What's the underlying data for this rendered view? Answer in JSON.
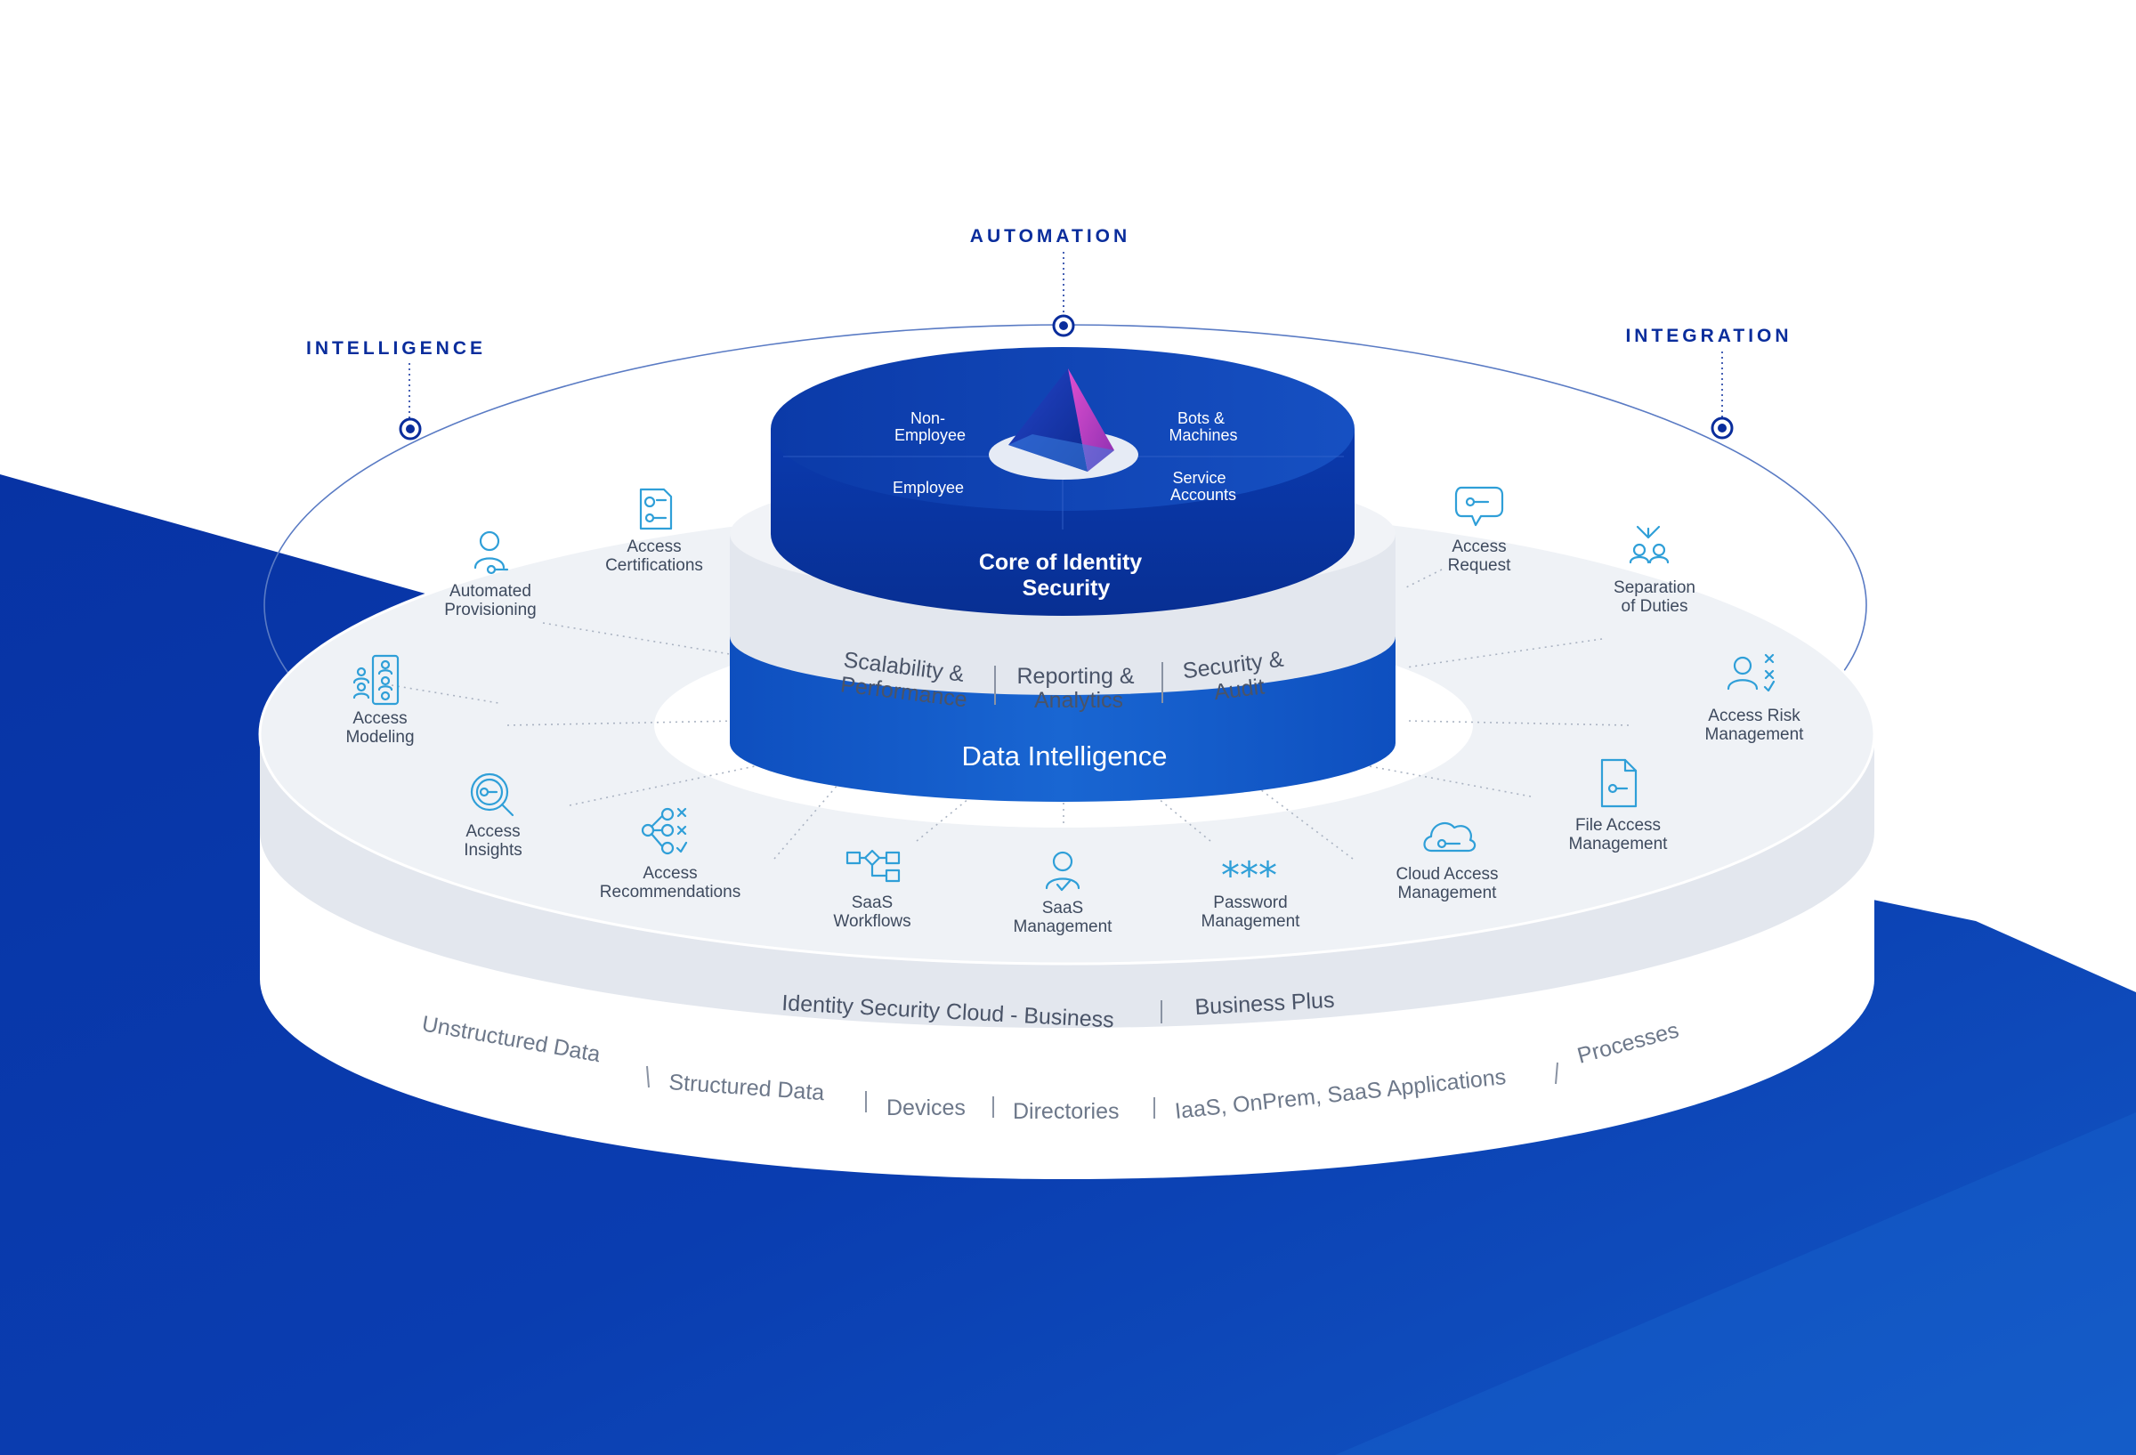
{
  "pillars": {
    "automation": "AUTOMATION",
    "intelligence": "INTELLIGENCE",
    "integration": "INTEGRATION"
  },
  "core": {
    "segments": {
      "non_employee": [
        "Non-",
        "Employee"
      ],
      "bots_machines": [
        "Bots &",
        "Machines"
      ],
      "employee": "Employee",
      "service_accounts": [
        "Service",
        "Accounts"
      ]
    },
    "title": [
      "Core of Identity",
      "Security"
    ]
  },
  "platform_band": {
    "scalability": [
      "Scalability &",
      "Performance"
    ],
    "reporting": [
      "Reporting &",
      "Analytics"
    ],
    "security": [
      "Security &",
      "Audit"
    ]
  },
  "data_intelligence": "Data Intelligence",
  "features": {
    "automated_provisioning": [
      "Automated",
      "Provisioning"
    ],
    "access_certifications": [
      "Access",
      "Certifications"
    ],
    "access_modeling": [
      "Access",
      "Modeling"
    ],
    "access_insights": [
      "Access",
      "Insights"
    ],
    "access_recommendations": [
      "Access",
      "Recommendations"
    ],
    "saas_workflows": [
      "SaaS",
      "Workflows"
    ],
    "saas_management": [
      "SaaS",
      "Management"
    ],
    "password_management": [
      "Password",
      "Management"
    ],
    "cloud_access_management": [
      "Cloud Access",
      "Management"
    ],
    "file_access_management": [
      "File Access",
      "Management"
    ],
    "access_risk_management": [
      "Access Risk",
      "Management"
    ],
    "separation_of_duties": [
      "Separation",
      "of Duties"
    ],
    "access_request": [
      "Access",
      "Request"
    ]
  },
  "plans": {
    "business": "Identity Security Cloud - Business",
    "business_plus": "Business Plus"
  },
  "sources": {
    "unstructured": "Unstructured Data",
    "structured": "Structured Data",
    "devices": "Devices",
    "directories": "Directories",
    "apps": "IaaS, OnPrem, SaaS Applications",
    "processes": "Processes"
  },
  "colors": {
    "navy": "#0a2d9c",
    "royal": "#0b3fb0",
    "accent_blue": "#1560c8",
    "icon_cyan": "#2f9fd8",
    "magenta": "#c23ab8"
  },
  "icons": {
    "automated_provisioning": "user-key-icon",
    "access_certifications": "certificate-icon",
    "access_modeling": "org-chart-icon",
    "access_insights": "magnifier-key-icon",
    "access_recommendations": "branch-check-icon",
    "saas_workflows": "workflow-icon",
    "saas_management": "user-check-icon",
    "password_management": "asterisks-icon",
    "cloud_access_management": "cloud-key-icon",
    "file_access_management": "file-key-icon",
    "access_risk_management": "user-risk-icon",
    "separation_of_duties": "users-split-icon",
    "access_request": "chat-key-icon"
  }
}
